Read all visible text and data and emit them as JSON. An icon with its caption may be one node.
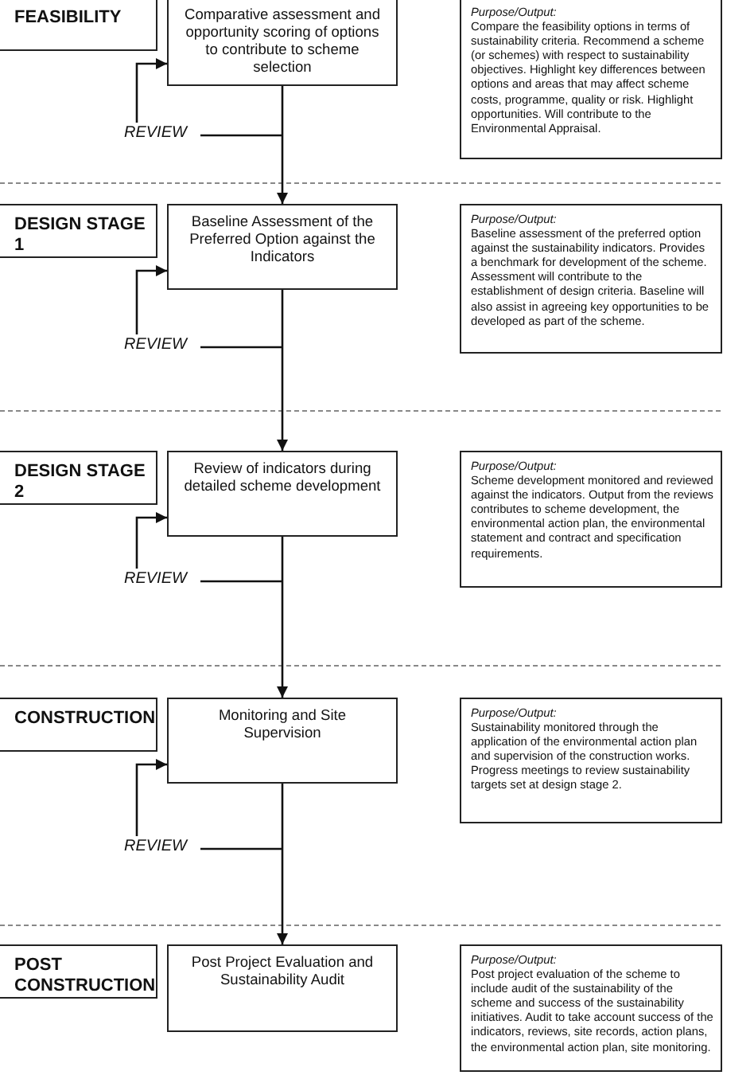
{
  "diagram": {
    "nodes": [
      {
        "text": [
          "FEASIBILITY"
        ]
      },
      {
        "text": [
          "Comparative assessment and opportunity scoring of options to contribute to scheme selection"
        ]
      },
      {
        "text": [
          "Purpose/Output:",
          "Compare the feasibility options in terms of sustainability criteria. Recommend a scheme (or schemes) with respect to sustainability objectives. Highlight key differences between options and areas that may affect scheme costs, programme, quality or risk. Highlight opportunities. Will contribute to the Environmental Appraisal."
        ]
      },
      {
        "text": [
          "REVIEW"
        ]
      },
      {
        "text": [
          "DESIGN STAGE 1"
        ]
      },
      {
        "text": [
          "Baseline Assessment of the Preferred Option against the Indicators"
        ]
      },
      {
        "text": [
          "Purpose/Output:",
          "Baseline assessment of the preferred option against the sustainability indicators. Provides a benchmark for development of the scheme. Assessment will contribute to the establishment of design criteria. Baseline will also assist in agreeing key opportunities to be developed as part of the scheme."
        ]
      },
      {
        "text": [
          "REVIEW"
        ]
      },
      {
        "text": [
          "DESIGN STAGE 2"
        ]
      },
      {
        "text": [
          "Review of indicators during detailed scheme development"
        ]
      },
      {
        "text": [
          "Purpose/Output:",
          "Scheme development monitored and reviewed against the indicators. Output from the reviews contributes to scheme development, the environmental action plan, the environmental statement and contract and specification requirements."
        ]
      },
      {
        "text": [
          "REVIEW"
        ]
      },
      {
        "text": [
          "CONSTRUCTION"
        ]
      },
      {
        "text": [
          "Monitoring and Site Supervision"
        ]
      },
      {
        "text": [
          "Purpose/Output:",
          "Sustainability monitored through the application of the environmental action plan and supervision of the construction works. Progress meetings to review sustainability targets set at design stage 2."
        ]
      },
      {
        "text": [
          "REVIEW"
        ]
      },
      {
        "text": [
          "POST CONSTRUCTION"
        ]
      },
      {
        "text": [
          "Post Project Evaluation and Sustainability Audit"
        ]
      },
      {
        "text": [
          "Purpose/Output:",
          "Post project evaluation of the scheme to include audit of the sustainability of the scheme and success of the sustainability initiatives. Audit to take account success of the indicators, reviews, site records, action plans, the environmental action plan, site monitoring."
        ]
      }
    ],
    "edges": [
      {
        "from": 1,
        "to": 5,
        "arrow": "to"
      },
      {
        "from": 5,
        "to": 9,
        "arrow": "to"
      },
      {
        "from": 9,
        "to": 13,
        "arrow": "to"
      },
      {
        "from": 13,
        "to": 17,
        "arrow": "to"
      },
      {
        "from": 3,
        "to": null,
        "arrow": "none"
      },
      {
        "from": 7,
        "to": null,
        "arrow": "none"
      },
      {
        "from": 11,
        "to": null,
        "arrow": "none"
      },
      {
        "from": 15,
        "to": null,
        "arrow": "none"
      },
      {
        "from": 3,
        "to": 1,
        "arrow": "to"
      },
      {
        "from": 7,
        "to": 5,
        "arrow": "to"
      },
      {
        "from": 11,
        "to": 9,
        "arrow": "to"
      },
      {
        "from": 15,
        "to": 13,
        "arrow": "to"
      }
    ]
  }
}
